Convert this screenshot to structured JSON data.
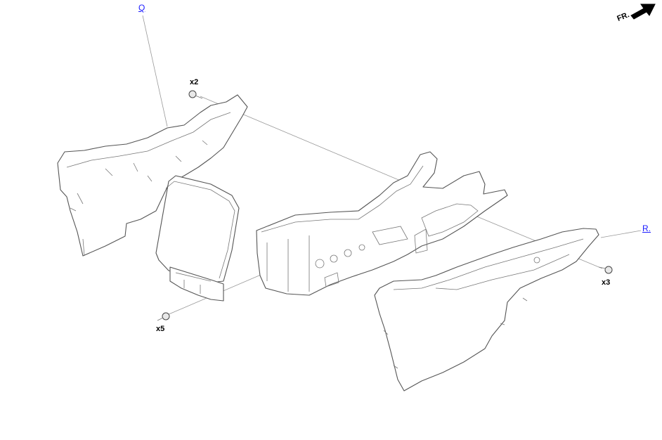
{
  "callouts": {
    "q_label": "Q",
    "r_label": "R."
  },
  "quantities": {
    "top_screws": "x2",
    "left_screws": "x5",
    "right_screws": "x3"
  },
  "orientation": {
    "front_label": "FR."
  }
}
